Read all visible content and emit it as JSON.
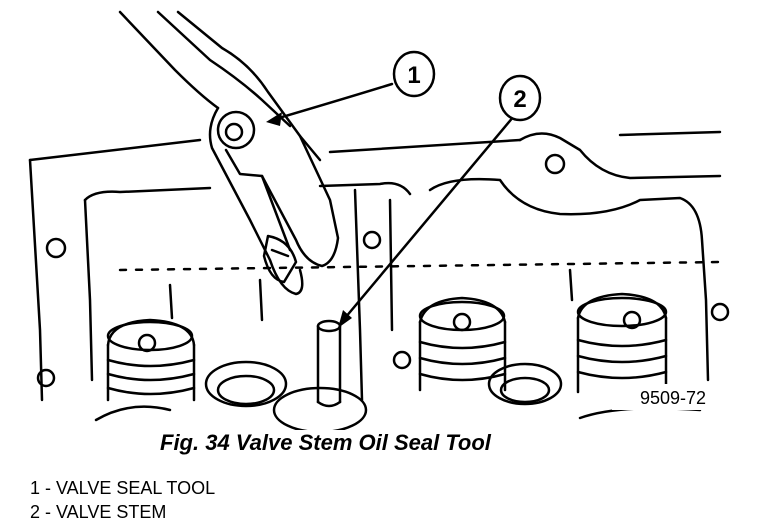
{
  "figure": {
    "code": "9509-72",
    "callouts": [
      {
        "number": "1"
      },
      {
        "number": "2"
      }
    ]
  },
  "caption": "Fig. 34 Valve Stem Oil Seal Tool",
  "legend": [
    {
      "text": "1 - VALVE SEAL TOOL"
    },
    {
      "text": "2 - VALVE STEM"
    }
  ]
}
